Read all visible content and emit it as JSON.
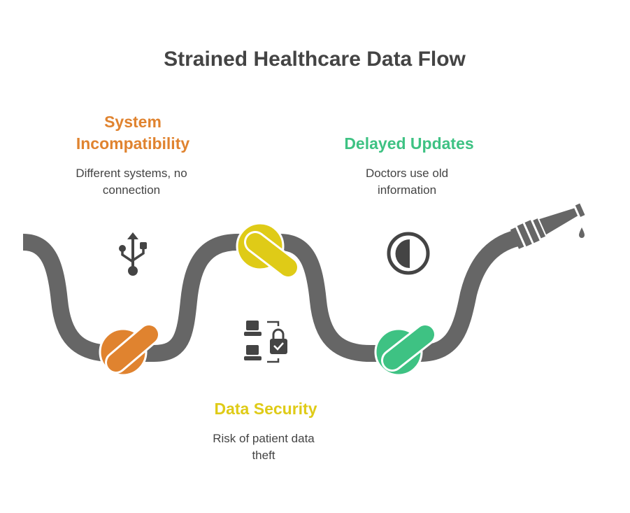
{
  "title": "Strained Healthcare Data Flow",
  "colors": {
    "orange": "#E0832F",
    "yellow": "#DFCB17",
    "green": "#3EC283",
    "hose": "#666666",
    "text": "#444444"
  },
  "items": [
    {
      "heading_line1": "System",
      "heading_line2": "Incompatibility",
      "desc_line1": "Different systems, no",
      "desc_line2": "connection",
      "icon": "usb-icon"
    },
    {
      "heading": "Data Security",
      "desc_line1": "Risk of patient data",
      "desc_line2": "theft",
      "icon": "laptops-lock-icon"
    },
    {
      "heading": "Delayed Updates",
      "desc_line1": "Doctors use old",
      "desc_line2": "information",
      "icon": "contrast-icon"
    }
  ]
}
